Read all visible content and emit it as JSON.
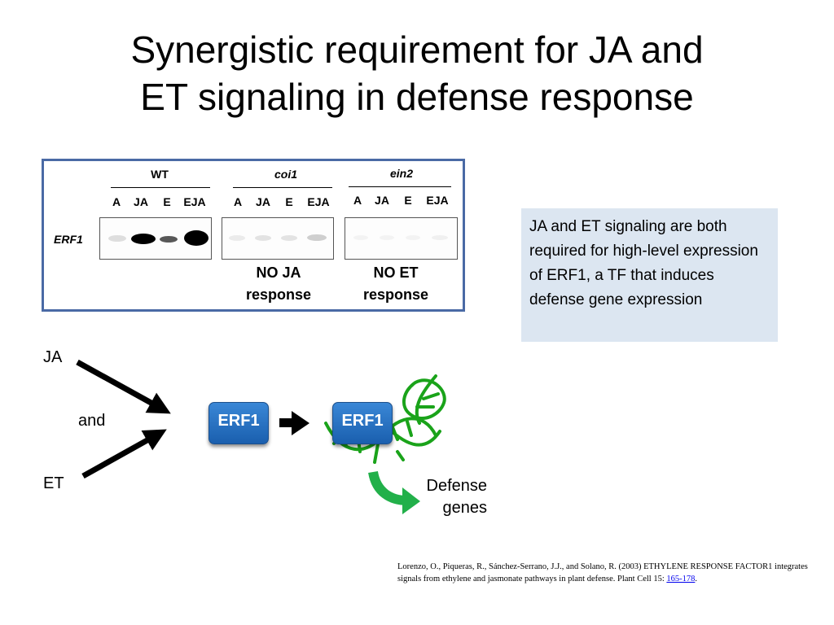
{
  "title": {
    "line1": "Synergistic requirement for JA and",
    "line2": "ET signaling in defense response"
  },
  "blot": {
    "groups": [
      {
        "name": "WT",
        "lanes": [
          "A",
          "JA",
          "E",
          "EJA"
        ]
      },
      {
        "name": "coi1",
        "lanes": [
          "A",
          "JA",
          "E",
          "EJA"
        ]
      },
      {
        "name": "ein2",
        "lanes": [
          "A",
          "JA",
          "E",
          "EJA"
        ]
      }
    ],
    "row_label": "ERF1",
    "note_coi1": {
      "line1": "NO JA",
      "line2": "response"
    },
    "note_ein2": {
      "line1": "NO ET",
      "line2": "response"
    }
  },
  "info_box": "JA and ET signaling are both required for high-level expression of ERF1, a TF that induces defense gene expression",
  "diagram": {
    "ja": "JA",
    "and": "and",
    "et": "ET",
    "erf1_a": "ERF1",
    "erf1_b": "ERF1",
    "defense": {
      "line1": "Defense",
      "line2": "genes"
    }
  },
  "reference": {
    "text1": "Lorenzo, O., Piqueras, R., Sánchez-Serrano, J.J.,  and Solano, R. (2003) ETHYLENE RESPONSE FACTOR1 integrates signals from ethylene and jasmonate pathways in plant defense. Plant Cell 15: ",
    "link": "165-178",
    "text2": "."
  },
  "colors": {
    "frame": "#4a6aa5",
    "info_bg": "#dce6f1",
    "erf_blue": "#1a5fae",
    "dna_green": "#1aa31a",
    "arrow_green": "#22b04a"
  }
}
